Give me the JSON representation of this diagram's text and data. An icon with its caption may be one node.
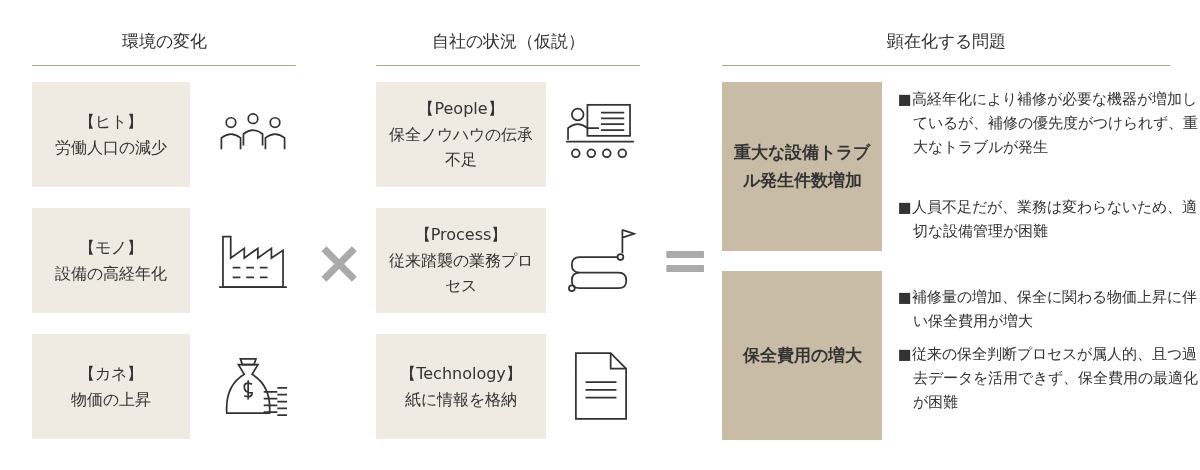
{
  "diagram": {
    "nodes": [
      {
        "text": [
          "【ヒト】",
          "労働人口の減少"
        ]
      },
      {
        "text": [
          "【モノ】",
          "設備の高経年化"
        ]
      },
      {
        "text": [
          "【カネ】",
          "物価の上昇"
        ]
      },
      {
        "text": [
          "【People】",
          "保全ノウハウの伝承不足"
        ]
      },
      {
        "text": [
          "【Process】",
          "従来踏襲の業務プロセス"
        ]
      },
      {
        "text": [
          "【Technology】",
          "紙に情報を格納"
        ]
      },
      {
        "text": [
          "重大な設備トラブル発生件数増加"
        ],
        "beside": [
          "■高経年化により補修が必要な機器が増加しているが、補修の優先度がつけられず、重大なトラブルが発生",
          "■人員不足だが、業務は変わらないため、適切な設備管理が困難"
        ]
      },
      {
        "text": [
          "保全費用の増大"
        ],
        "beside": [
          "■補修量の増加、保全に関わる物価上昇に伴い保全費用が増大",
          "■従来の保全判断プロセスが属人的、且つ過去データを活用できず、保全費用の最適化が困難"
        ]
      }
    ],
    "labels": [
      "環境の変化",
      "自社の状況（仮説）",
      "顕在化する問題",
      "×",
      "="
    ]
  }
}
